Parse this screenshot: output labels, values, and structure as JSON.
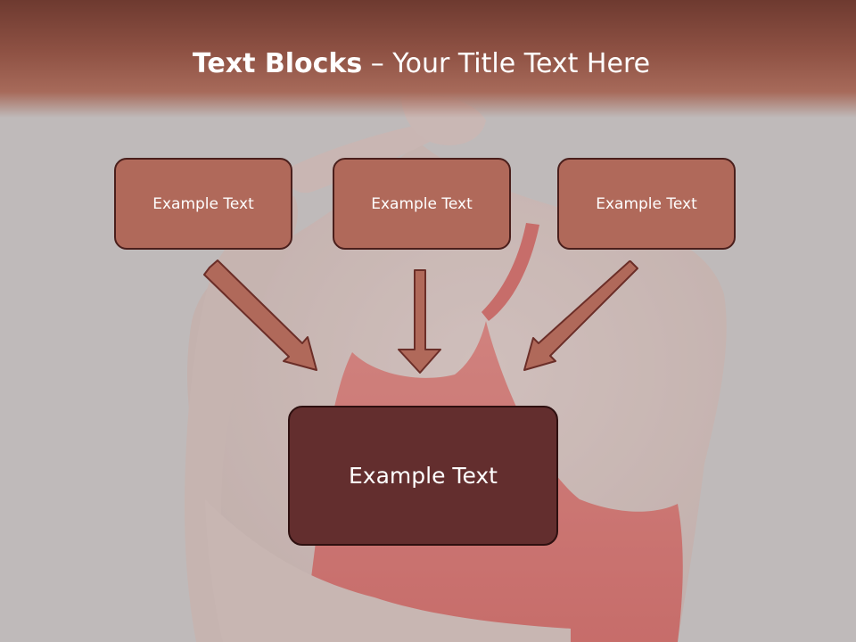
{
  "slide": {
    "title_bold": "Text Blocks",
    "title_rest": " – Your Title Text Here",
    "boxes": [
      {
        "label": "Example Text"
      },
      {
        "label": "Example Text"
      },
      {
        "label": "Example Text"
      }
    ],
    "center_box": {
      "label": "Example Text"
    }
  },
  "colors": {
    "header": "#8f5244",
    "box_fill": "#b0695a",
    "center_fill": "#632e2e",
    "arrow_fill": "#b0695a",
    "arrow_stroke": "#6b2e28"
  }
}
